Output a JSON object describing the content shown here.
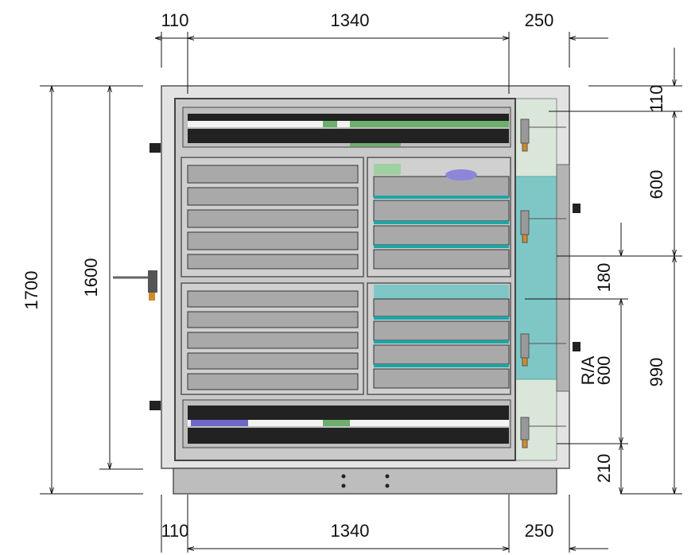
{
  "dimensions": {
    "top_left": "110",
    "top_mid": "1340",
    "top_right": "250",
    "bottom_left": "110",
    "bottom_mid": "1340",
    "bottom_right": "250",
    "left_outer": "1700",
    "left_inner": "1600",
    "right_110": "110",
    "right_600_upper": "600",
    "right_180": "180",
    "right_990": "990",
    "right_600_lower": "600",
    "right_210": "210"
  },
  "annotation": {
    "ra": "R/A"
  },
  "colors": {
    "frame": "#d7d7d7",
    "panel_dark": "#2b2b2b",
    "panel_gray": "#a9a9a9",
    "teal": "#7fc7c7",
    "teal_stripe": "#1aa7a7",
    "green": "#6ab06a",
    "blue": "#6f68c8",
    "base": "#bdbdbd"
  }
}
